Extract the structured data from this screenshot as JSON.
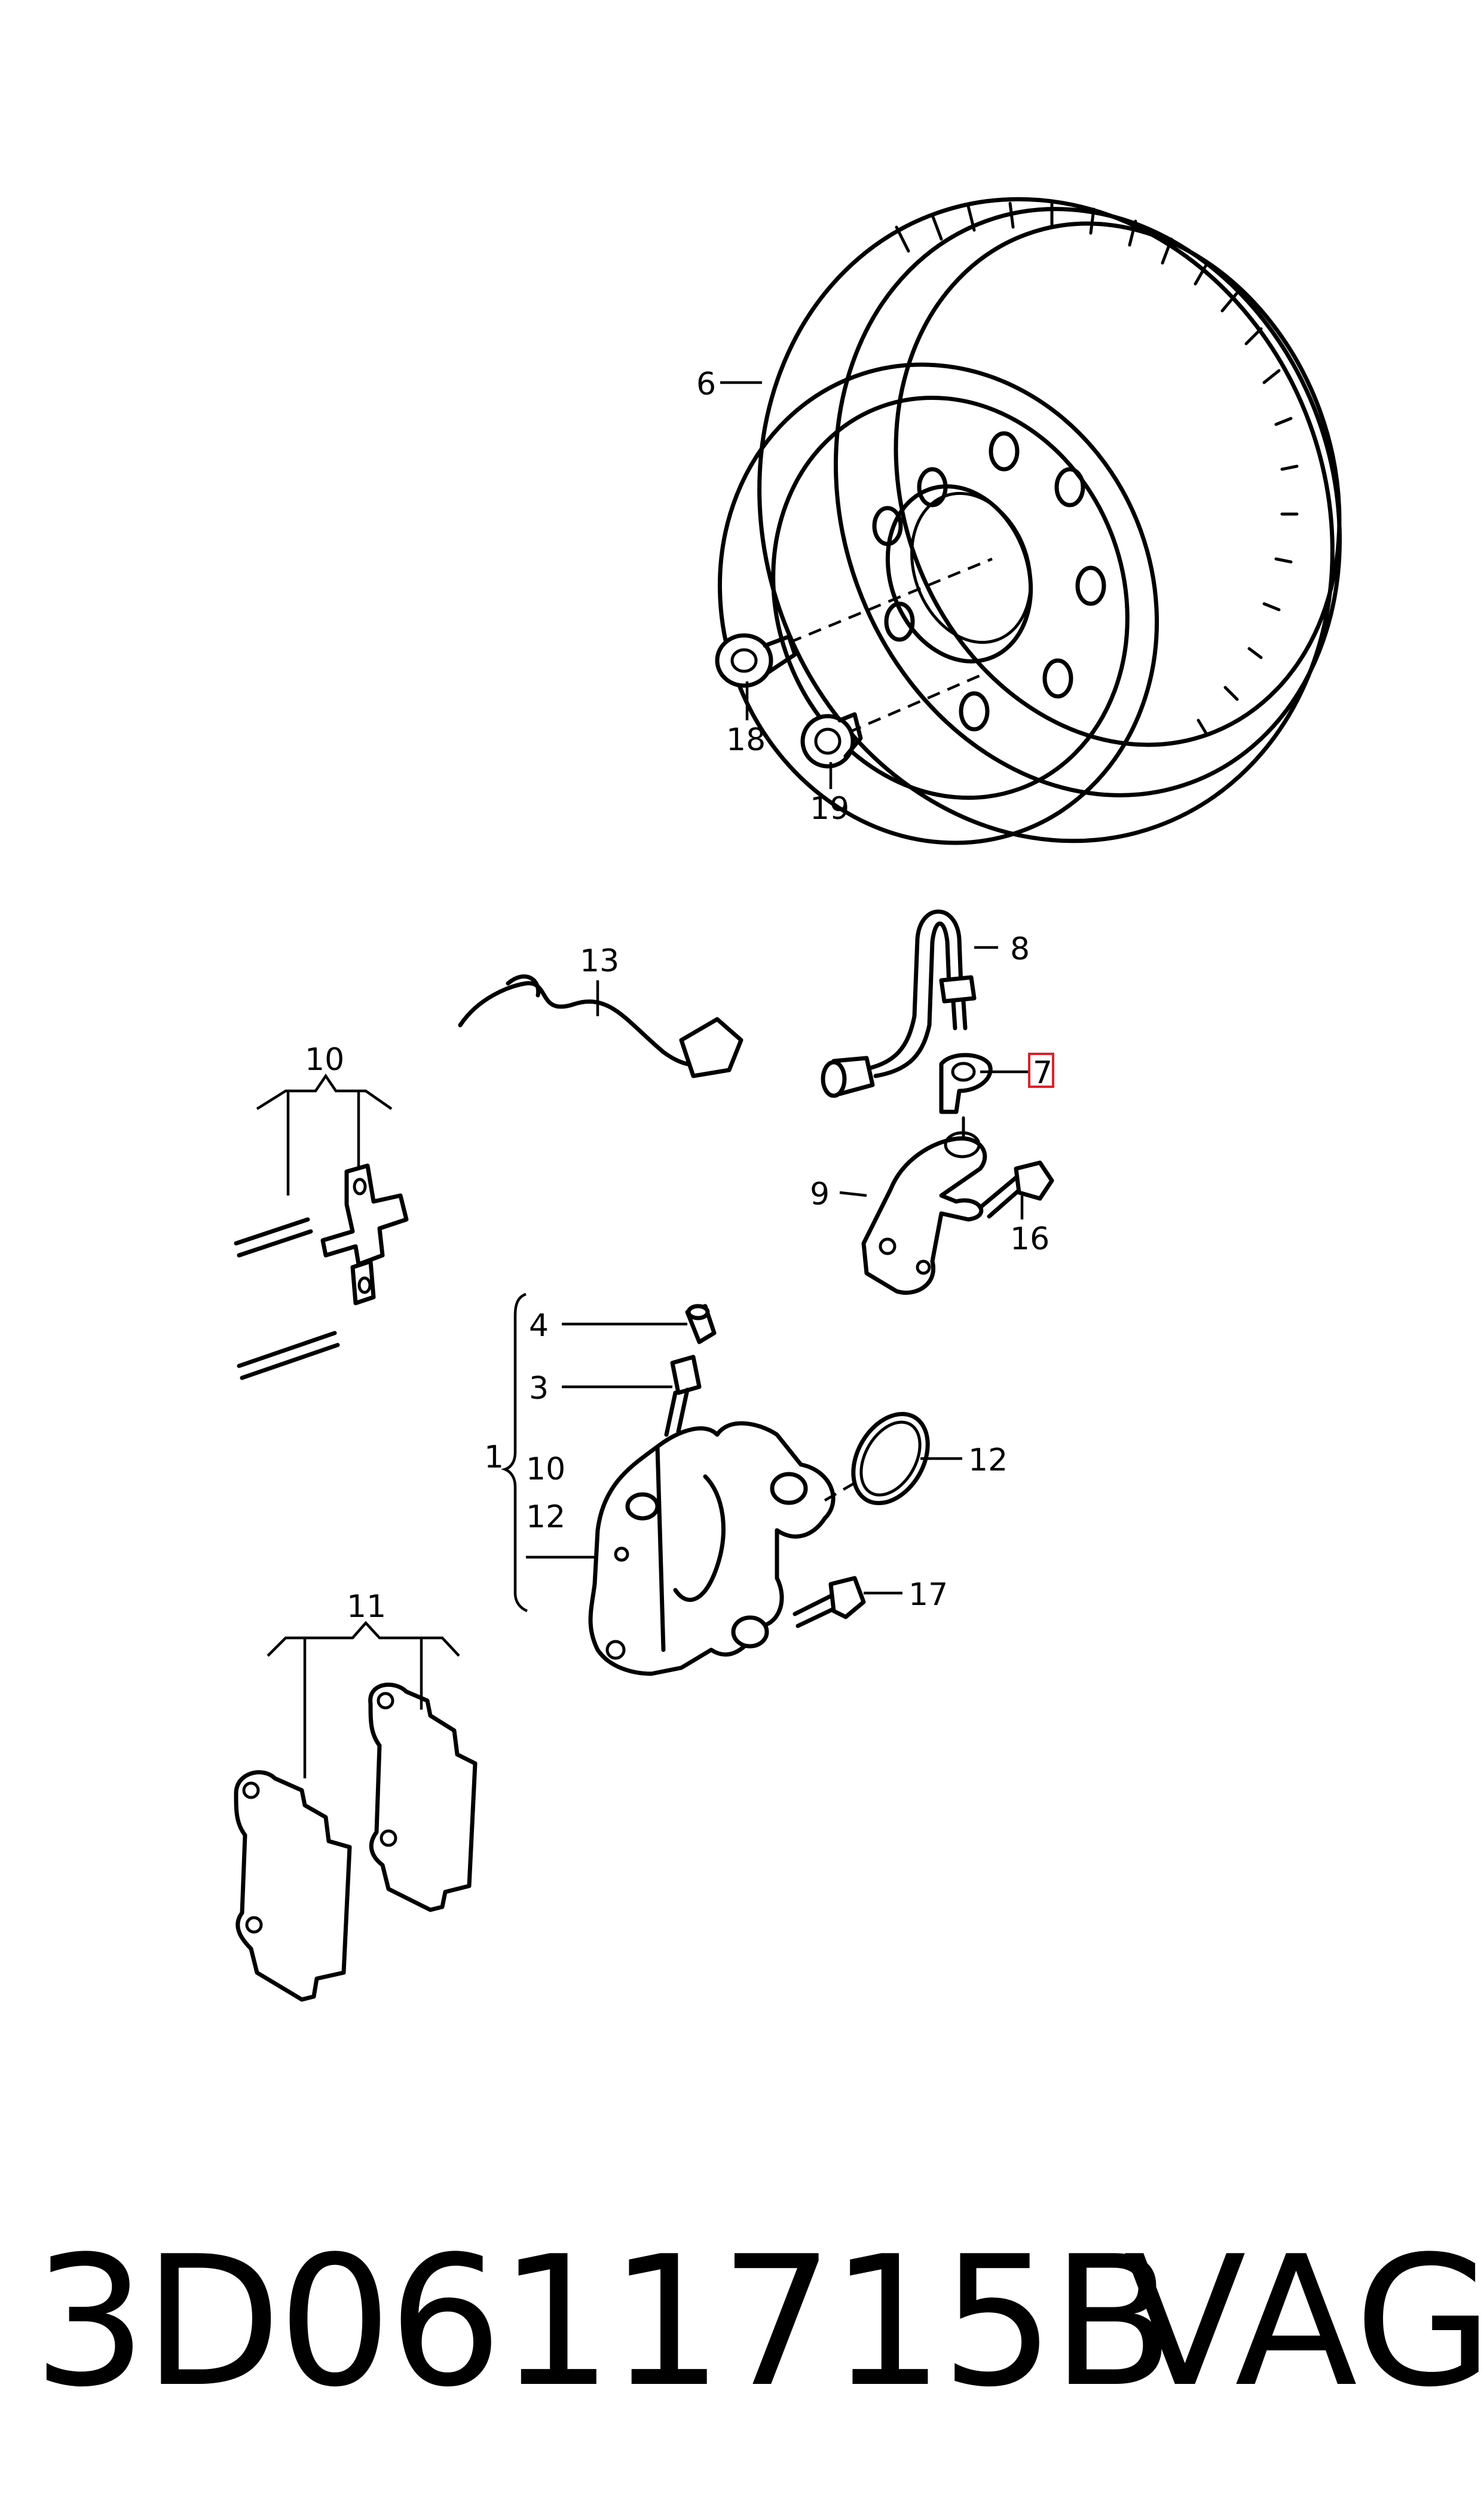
{
  "diagram": {
    "callouts": {
      "c6": "6",
      "c18": "18",
      "c19": "19",
      "c13": "13",
      "c8": "8",
      "c7": "7",
      "c9": "9",
      "c16": "16",
      "c10": "10",
      "c4": "4",
      "c3": "3",
      "c1": "1",
      "c10b": "10",
      "c12b": "12",
      "c12": "12",
      "c17": "17",
      "c11": "11"
    },
    "highlight_color": "#e0202a",
    "highlighted_callout": "7"
  },
  "footer": {
    "part_number": "3D0611715B",
    "brand": "VAG"
  }
}
